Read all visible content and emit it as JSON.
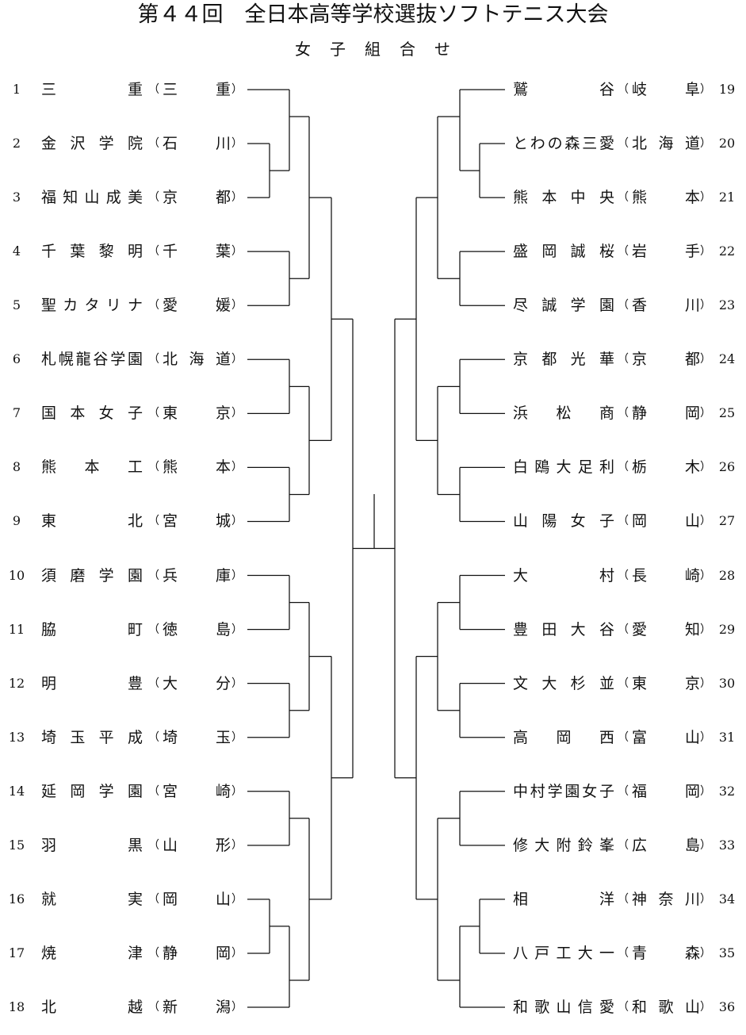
{
  "title": "第４４回　全日本高等学校選抜ソフトテニス大会",
  "subtitle": "女子組合せ",
  "paren": {
    "open": "（",
    "close": "）"
  },
  "left_teams": [
    {
      "no": 1,
      "name": "三重",
      "pref": "三重"
    },
    {
      "no": 2,
      "name": "金沢学院",
      "pref": "石川"
    },
    {
      "no": 3,
      "name": "福知山成美",
      "pref": "京都"
    },
    {
      "no": 4,
      "name": "千葉黎明",
      "pref": "千葉"
    },
    {
      "no": 5,
      "name": "聖カタリナ",
      "pref": "愛媛"
    },
    {
      "no": 6,
      "name": "札幌龍谷学園",
      "pref": "北海道"
    },
    {
      "no": 7,
      "name": "国本女子",
      "pref": "東京"
    },
    {
      "no": 8,
      "name": "熊本工",
      "pref": "熊本"
    },
    {
      "no": 9,
      "name": "東北",
      "pref": "宮城"
    },
    {
      "no": 10,
      "name": "須磨学園",
      "pref": "兵庫"
    },
    {
      "no": 11,
      "name": "脇町",
      "pref": "徳島"
    },
    {
      "no": 12,
      "name": "明豊",
      "pref": "大分"
    },
    {
      "no": 13,
      "name": "埼玉平成",
      "pref": "埼玉"
    },
    {
      "no": 14,
      "name": "延岡学園",
      "pref": "宮崎"
    },
    {
      "no": 15,
      "name": "羽黒",
      "pref": "山形"
    },
    {
      "no": 16,
      "name": "就実",
      "pref": "岡山"
    },
    {
      "no": 17,
      "name": "焼津",
      "pref": "静岡"
    },
    {
      "no": 18,
      "name": "北越",
      "pref": "新潟"
    }
  ],
  "right_teams": [
    {
      "no": 19,
      "name": "鷲谷",
      "pref": "岐阜"
    },
    {
      "no": 20,
      "name": "とわの森三愛",
      "pref": "北海道"
    },
    {
      "no": 21,
      "name": "熊本中央",
      "pref": "熊本"
    },
    {
      "no": 22,
      "name": "盛岡誠桜",
      "pref": "岩手"
    },
    {
      "no": 23,
      "name": "尽誠学園",
      "pref": "香川"
    },
    {
      "no": 24,
      "name": "京都光華",
      "pref": "京都"
    },
    {
      "no": 25,
      "name": "浜松商",
      "pref": "静岡"
    },
    {
      "no": 26,
      "name": "白鴎大足利",
      "pref": "栃木"
    },
    {
      "no": 27,
      "name": "山陽女子",
      "pref": "岡山"
    },
    {
      "no": 28,
      "name": "大村",
      "pref": "長崎"
    },
    {
      "no": 29,
      "name": "豊田大谷",
      "pref": "愛知"
    },
    {
      "no": 30,
      "name": "文大杉並",
      "pref": "東京"
    },
    {
      "no": 31,
      "name": "高岡西",
      "pref": "富山"
    },
    {
      "no": 32,
      "name": "中村学園女子",
      "pref": "福岡"
    },
    {
      "no": 33,
      "name": "修大附鈴峯",
      "pref": "広島"
    },
    {
      "no": 34,
      "name": "相洋",
      "pref": "神奈川"
    },
    {
      "no": 35,
      "name": "八戸工大一",
      "pref": "青森"
    },
    {
      "no": 36,
      "name": "和歌山信愛",
      "pref": "和歌山"
    }
  ]
}
